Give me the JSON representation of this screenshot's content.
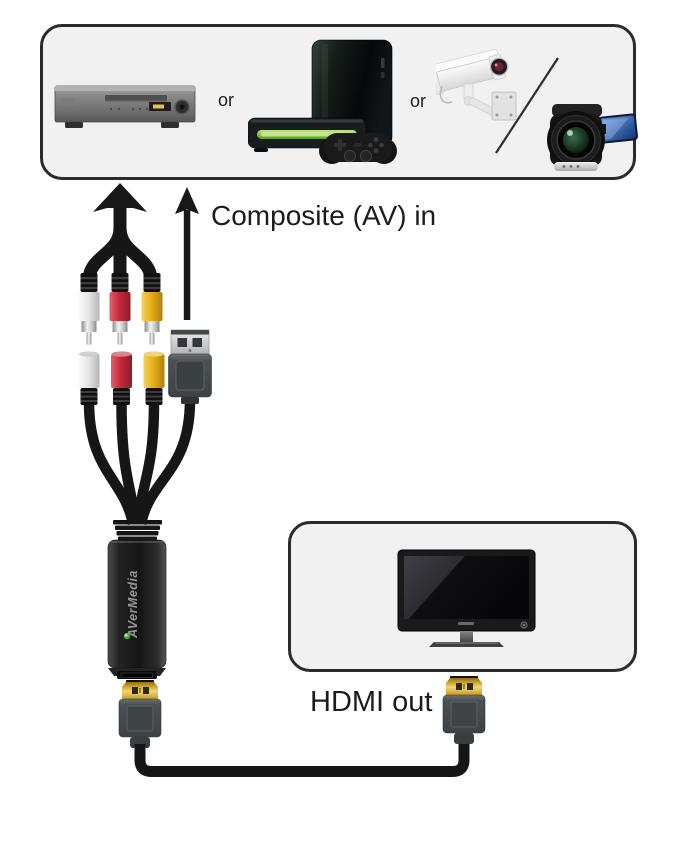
{
  "labels": {
    "composite_in": "Composite (AV) in",
    "hdmi_out": "HDMI out"
  },
  "source_panel": {
    "or_label_1": "or",
    "or_label_2": "or",
    "devices": [
      "dvd-player",
      "game-console",
      "security-camera",
      "camcorder"
    ]
  },
  "output_panel": {
    "devices": [
      "tv-monitor"
    ]
  },
  "device": {
    "brand": "AVerMedia"
  },
  "connectors": {
    "av_inputs": [
      "rca-white",
      "rca-red",
      "rca-yellow",
      "usb-a"
    ],
    "output": "hdmi"
  },
  "colors": {
    "background": "#ffffff",
    "panel_fill": "#f1f1f1",
    "panel_border": "#2b2b2b",
    "text": "#1c1c1c",
    "cable_black": "#161616",
    "rca_white": "#e8e8e8",
    "rca_red": "#c6293a",
    "rca_yellow": "#e3ac16",
    "led_green": "#52b43c",
    "hdmi_gold": "#d4ab31",
    "connector_gray": "#4b5052",
    "console_strip_green": "#85c436"
  }
}
